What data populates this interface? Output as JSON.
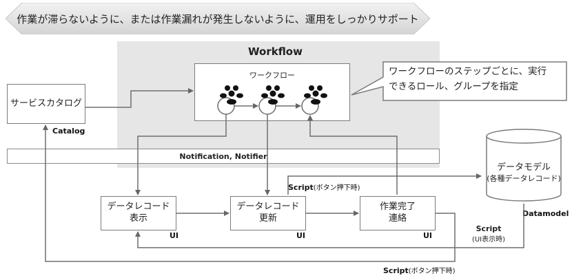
{
  "banner": {
    "text": "作業が滞らないように、または作業漏れが発生しないように、運用をしっかりサポート"
  },
  "workflow_area": {
    "title": "Workflow"
  },
  "workflow_box": {
    "title": "ワークフロー"
  },
  "callout": {
    "line1": "ワークフローのステップごとに、実行",
    "line2": "できるロール、グループを指定"
  },
  "catalog": {
    "box_label": "サービスカタログ",
    "tag": "Catalog"
  },
  "notification": {
    "label": "Notification, Notifier"
  },
  "datamodel": {
    "line1": "データモデル",
    "line2": "(各種データレコード)",
    "tag": "Datamodel"
  },
  "nodes": {
    "display": {
      "line1": "データレコード",
      "line2": "表示",
      "tag": "UI"
    },
    "update": {
      "line1": "データレコード",
      "line2": "更新",
      "tag": "UI"
    },
    "complete": {
      "line1": "作業完了",
      "line2": "連絡",
      "tag": "UI"
    }
  },
  "scripts": {
    "button_top": {
      "word": "Script",
      "suffix": "(ボタン押下時)"
    },
    "ui_display": {
      "word": "Script",
      "suffix": "(UI表示時)"
    },
    "button_bottom": {
      "word": "Script",
      "suffix": "(ボタン押下時)"
    }
  },
  "icons": [
    "people-group-icon",
    "people-group-icon",
    "people-group-icon"
  ]
}
